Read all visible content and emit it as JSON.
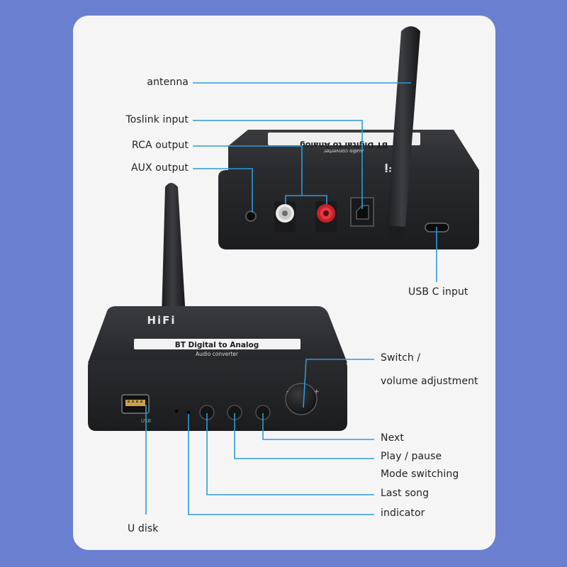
{
  "back_unit": {
    "top_banner": "BT Digital to Analog",
    "top_banner_sub": "Audio converter",
    "brand": "HiFi"
  },
  "front_unit": {
    "brand": "HiFi",
    "banner": "BT Digital to Analog",
    "banner_sub": "Audio converter",
    "usb_port_label": "USB"
  },
  "labels": {
    "antenna": "antenna",
    "toslink": "Toslink input",
    "rca": "RCA output",
    "aux": "AUX output",
    "usb_c": "USB C input",
    "switch_line1": "Switch /",
    "switch_line2": "volume adjustment",
    "next": "Next",
    "play_pause": "Play / pause",
    "mode": "Mode switching",
    "last_song": "Last song",
    "indicator": "indicator",
    "u_disk": "U disk"
  },
  "colors": {
    "background": "#6a7fcf",
    "card": "#f5f5f6",
    "callout_line": "#2b9bd8",
    "device_body": "#2b2c2f",
    "rca_red": "#c8202a"
  }
}
